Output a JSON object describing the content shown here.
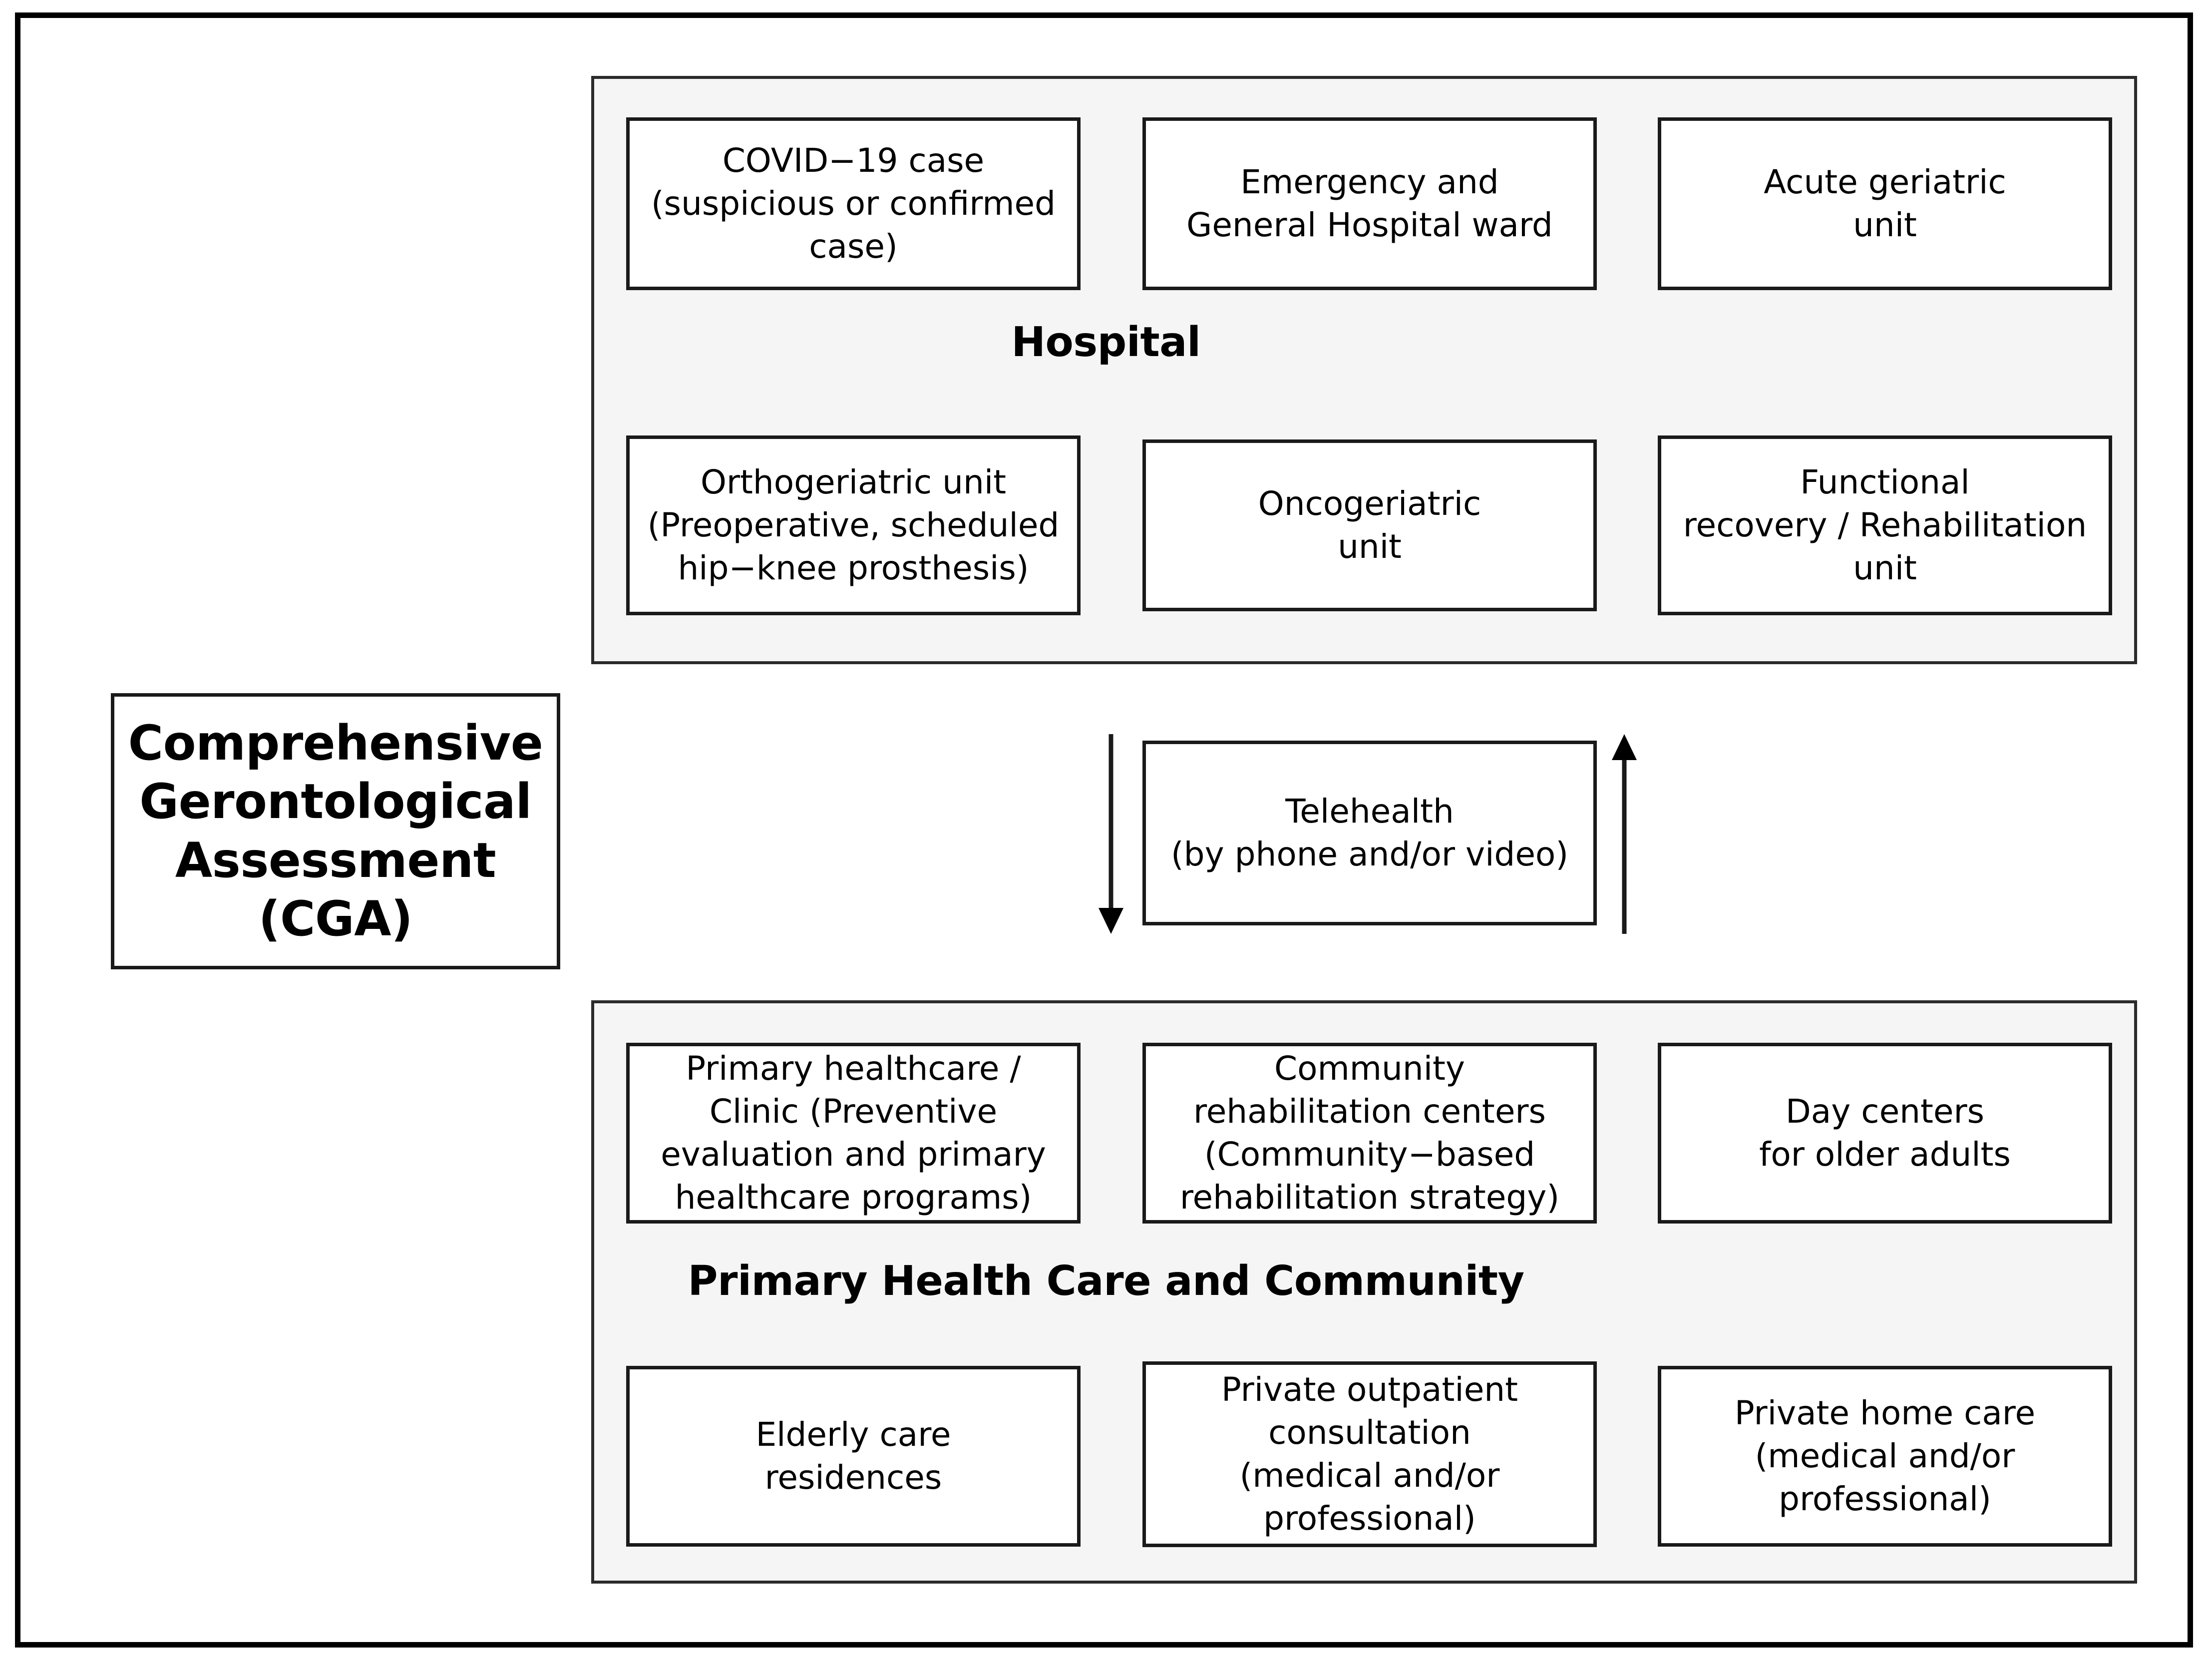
{
  "root": {
    "label": "Comprehensive\nGerontological\nAssessment\n(CGA)"
  },
  "hospital": {
    "title": "Hospital",
    "nodes_row1": [
      {
        "name": "covid-case",
        "label": "COVID−19 case\n(suspicious or confirmed\ncase)"
      },
      {
        "name": "emergency-general-hospital-ward",
        "label": "Emergency and\nGeneral Hospital ward"
      },
      {
        "name": "acute-geriatric-unit",
        "label": "Acute geriatric\nunit"
      }
    ],
    "nodes_row2": [
      {
        "name": "orthogeriatric-unit",
        "label": "Orthogeriatric unit\n(Preoperative, scheduled\nhip−knee prosthesis)"
      },
      {
        "name": "oncogeriatric-unit",
        "label": "Oncogeriatric\nunit"
      },
      {
        "name": "functional-recovery-rehabilitation-unit",
        "label": "Functional\nrecovery / Rehabilitation\nunit"
      }
    ]
  },
  "bridge": {
    "telehealth": {
      "label": "Telehealth\n(by phone and/or video)"
    },
    "arrow_down_name": "arrow-down-to-community",
    "arrow_up_name": "arrow-up-to-hospital"
  },
  "community": {
    "title": "Primary Health Care and Community",
    "nodes_row1": [
      {
        "name": "primary-healthcare-clinic",
        "label": "Primary healthcare /\nClinic (Preventive\nevaluation and primary\nhealthcare programs)"
      },
      {
        "name": "community-rehabilitation-centers",
        "label": "Community\nrehabilitation centers\n(Community−based\nrehabilitation strategy)"
      },
      {
        "name": "day-centers-older-adults",
        "label": "Day centers\nfor older adults"
      }
    ],
    "nodes_row2": [
      {
        "name": "elderly-care-residences",
        "label": "Elderly care\nresidences"
      },
      {
        "name": "private-outpatient-consultation",
        "label": "Private outpatient\nconsultation\n(medical and/or\nprofessional)"
      },
      {
        "name": "private-home-care",
        "label": "Private home care\n(medical and/or\nprofessional)"
      }
    ]
  },
  "colors": {
    "frame": "#000000",
    "panel_fill": "#f5f5f5",
    "panel_border": "#2b2b2b",
    "node_border": "#1a1a1a",
    "text": "#000000"
  }
}
